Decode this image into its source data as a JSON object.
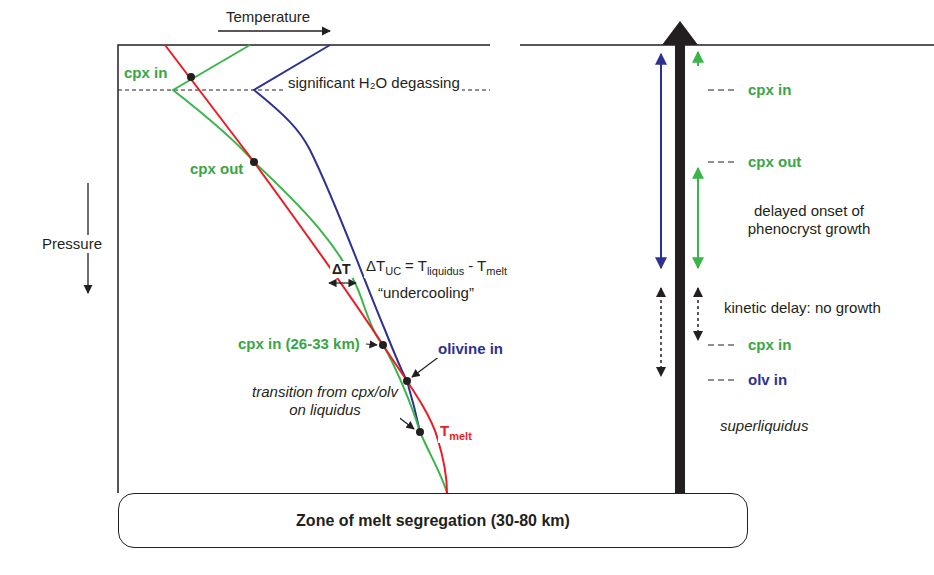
{
  "diagram": {
    "nodes": [
      {
        "text": [
          "Zone of melt segregation (30-80 km)"
        ]
      }
    ],
    "labels": [
      "Temperature",
      "Pressure",
      "cpx in",
      "significant H₂O degassing",
      "cpx out",
      "ΔT",
      "ΔT",
      "UC",
      "= T",
      "liquidus",
      "- T",
      "melt",
      "“undercooling”",
      "cpx in (26-33 km)",
      "olivine in",
      "transition from cpx/olv on liquidus",
      "T",
      "melt",
      "cpx in",
      "cpx out",
      "delayed onset of phenocryst growth",
      "kinetic delay: no growth",
      "cpx in",
      "olv in",
      "superliquidus"
    ]
  }
}
